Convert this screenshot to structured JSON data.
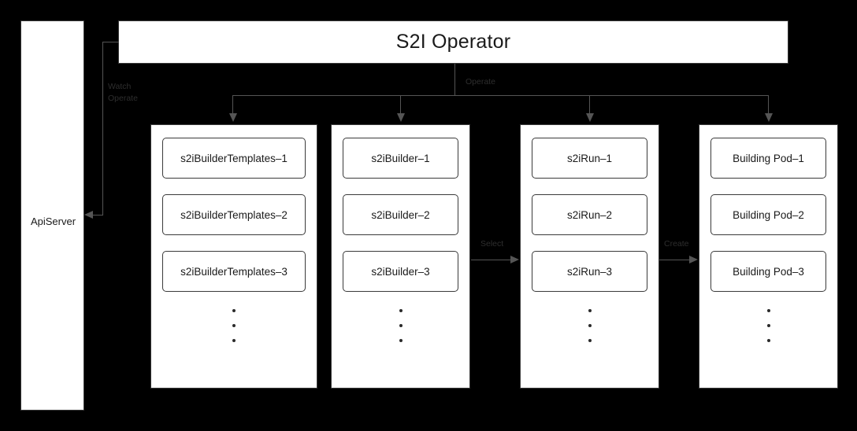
{
  "diagram": {
    "title": "S2I Operator",
    "background_color": "#000000",
    "node_fill": "#ffffff",
    "stroke_color": "#3a3a3a",
    "connector_color": "#555555"
  },
  "apiserver": {
    "label": "ApiServer"
  },
  "edges": {
    "watch_operate": "Watch\nOperate",
    "operate": "Operate",
    "select": "Select",
    "create": "Create"
  },
  "groups": [
    {
      "id": "s2ibuildertemplates",
      "items": [
        "s2iBuilderTemplates–1",
        "s2iBuilderTemplates–2",
        "s2iBuilderTemplates–3"
      ],
      "ellipsis_dots": 3
    },
    {
      "id": "s2ibuilder",
      "items": [
        "s2iBuilder–1",
        "s2iBuilder–2",
        "s2iBuilder–3"
      ],
      "ellipsis_dots": 3
    },
    {
      "id": "s2irun",
      "items": [
        "s2iRun–1",
        "s2iRun–2",
        "s2iRun–3"
      ],
      "ellipsis_dots": 3
    },
    {
      "id": "building-pod",
      "items": [
        "Building Pod–1",
        "Building Pod–2",
        "Building Pod–3"
      ],
      "ellipsis_dots": 3
    }
  ]
}
